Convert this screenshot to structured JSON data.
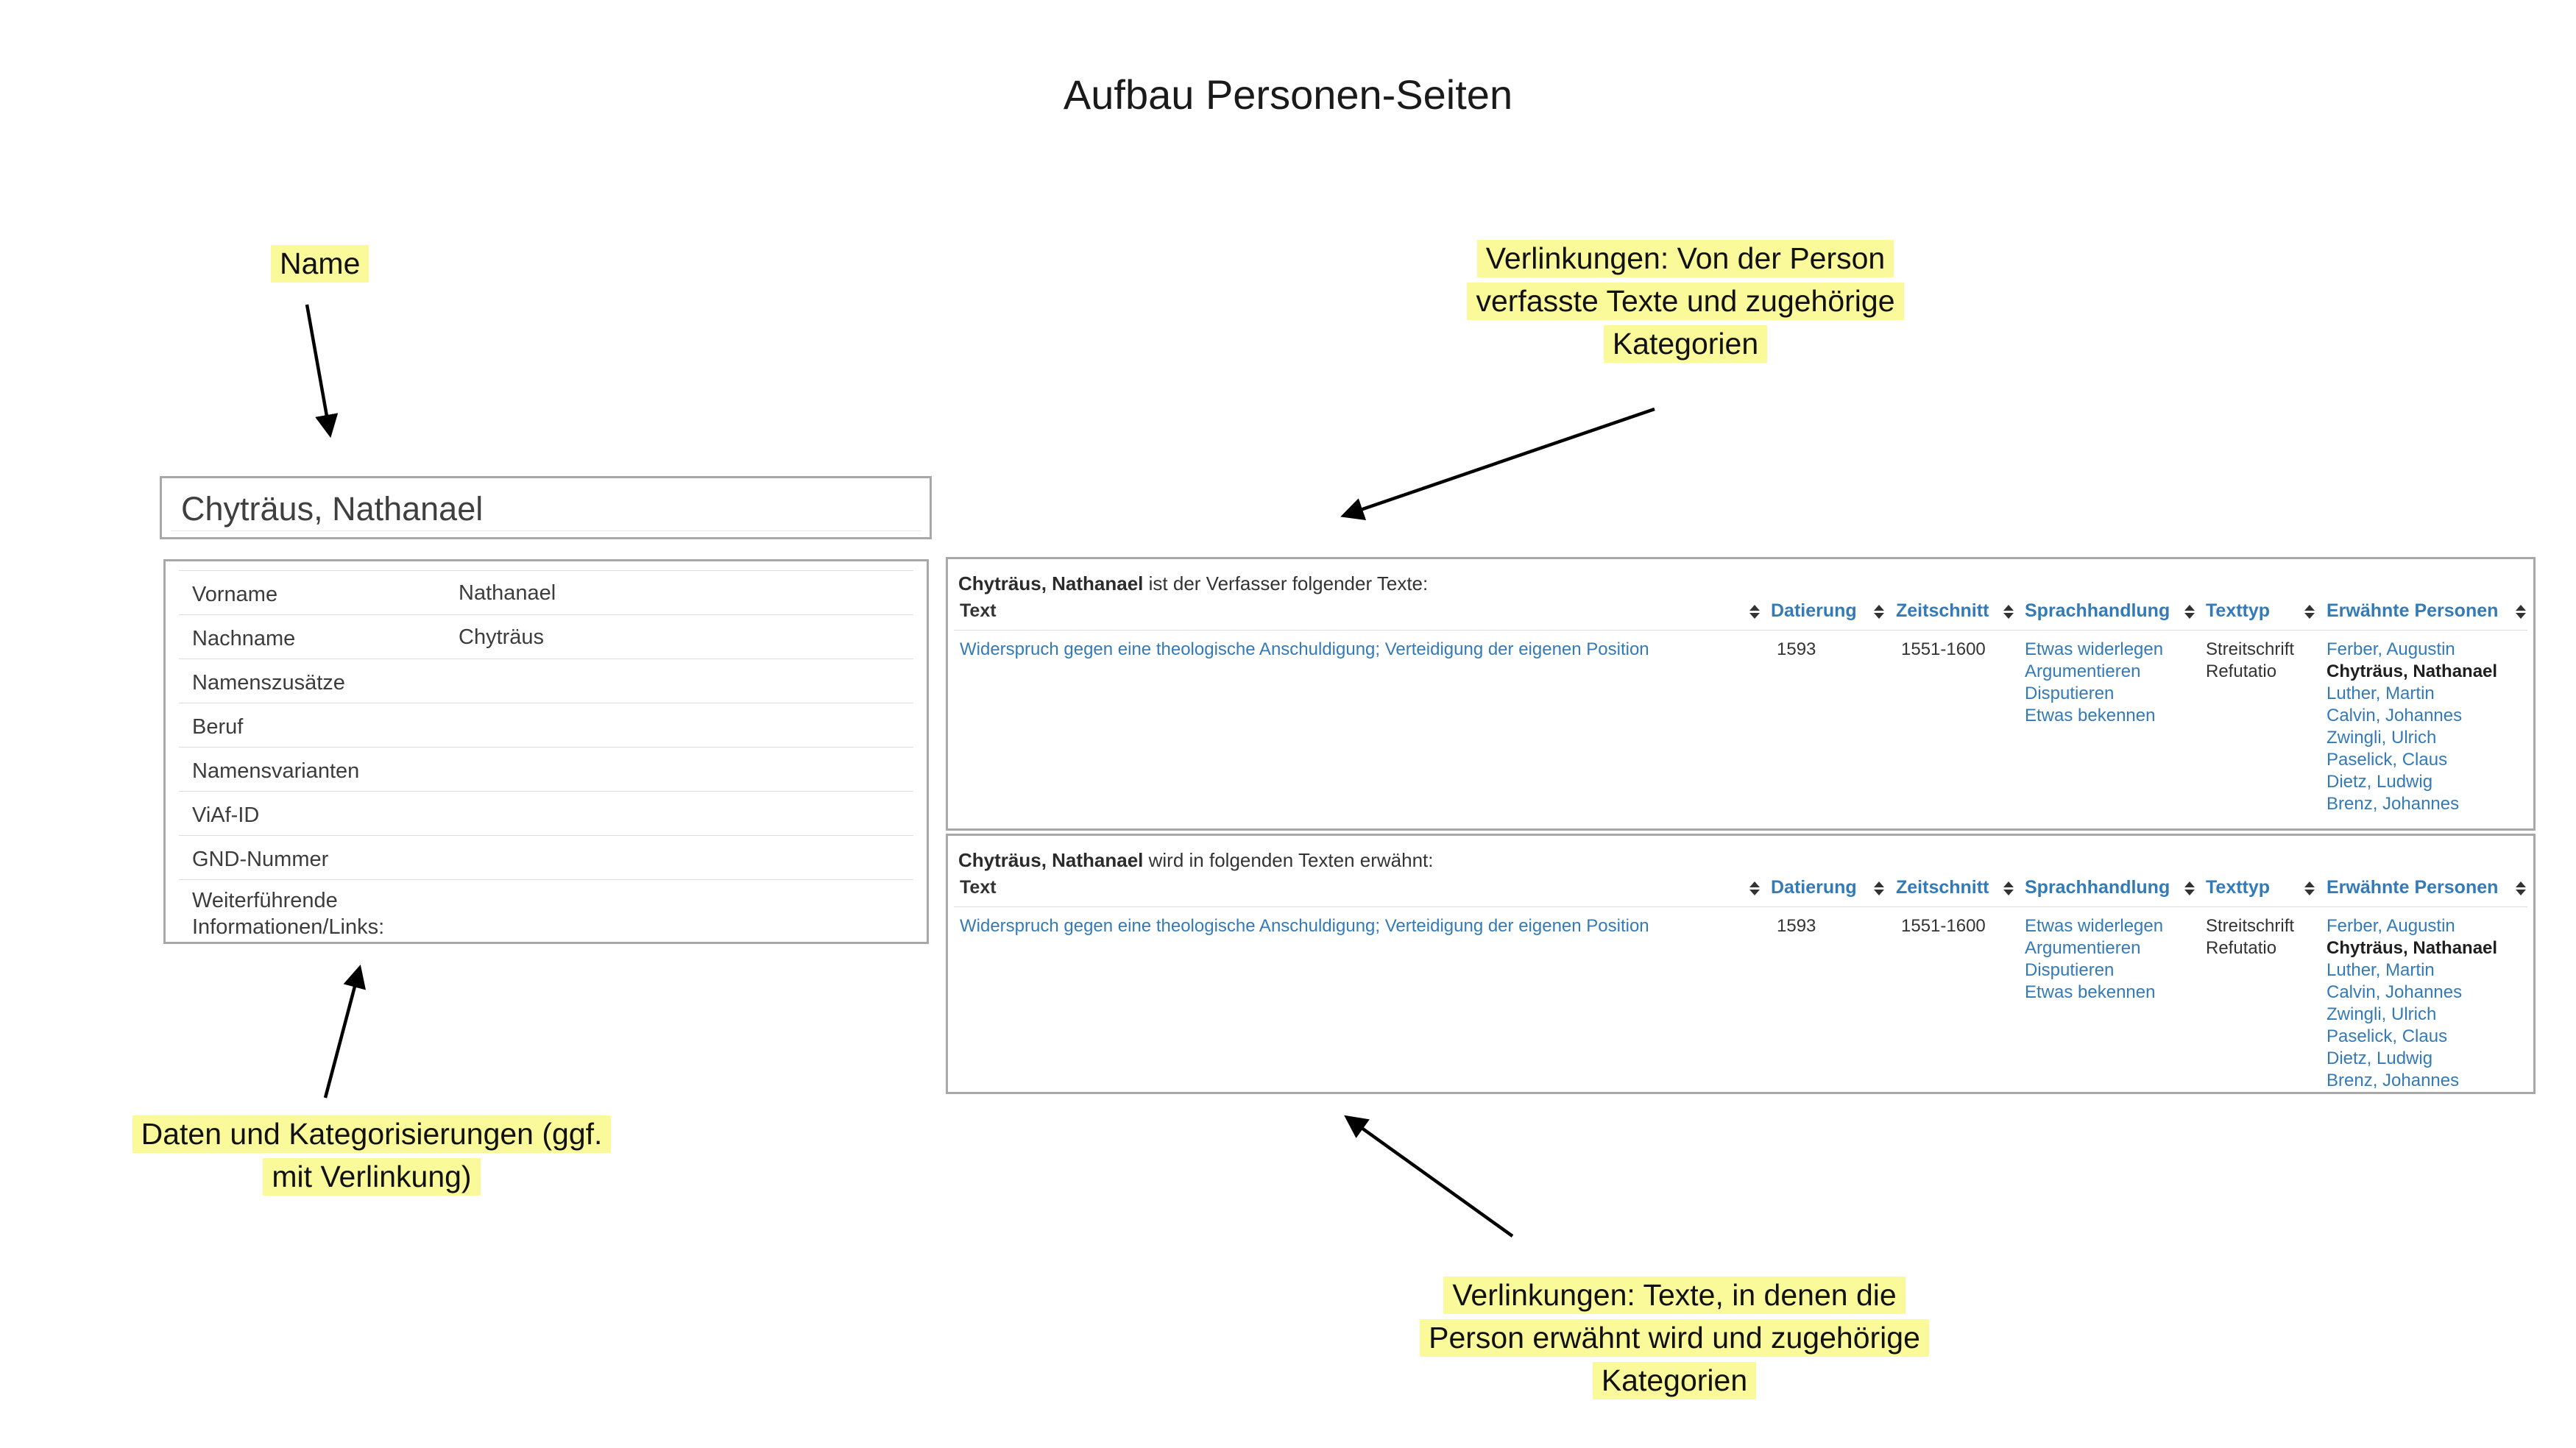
{
  "page_title": "Aufbau Personen-Seiten",
  "annotations": {
    "name_label": "Name",
    "authored_label_lines": [
      "Verlinkungen: Von der Person",
      "verfasste Texte und zugehörige",
      "Kategorien"
    ],
    "data_label_lines": [
      "Daten und Kategorisierungen (ggf.",
      "mit Verlinkung)"
    ],
    "mentioned_label_lines": [
      "Verlinkungen: Texte, in denen die",
      "Person erwähnt wird und zugehörige",
      "Kategorien"
    ]
  },
  "person_card": {
    "title": "Chyträus, Nathanael",
    "rows": [
      {
        "label": "Vorname",
        "value": "Nathanael"
      },
      {
        "label": "Nachname",
        "value": "Chyträus"
      },
      {
        "label": "Namenszusätze",
        "value": ""
      },
      {
        "label": "Beruf",
        "value": ""
      },
      {
        "label": "Namensvarianten",
        "value": ""
      },
      {
        "label": "ViAf-ID",
        "value": ""
      },
      {
        "label": "GND-Nummer",
        "value": ""
      },
      {
        "label": "Weiterführende Informationen/Links:",
        "value": ""
      }
    ]
  },
  "authored_table": {
    "intro_name": "Chyträus, Nathanael",
    "intro_rest": " ist der Verfasser folgender Texte:",
    "columns": [
      "Text",
      "Datierung",
      "Zeitschnitt",
      "Sprachhandlung",
      "Texttyp",
      "Erwähnte Personen"
    ],
    "row": {
      "text": "Widerspruch gegen eine theologische Anschuldigung; Verteidigung der eigenen Position",
      "datierung": "1593",
      "zeitschnitt": "1551-1600",
      "sprachhandlung": [
        "Etwas widerlegen",
        "Argumentieren",
        "Disputieren",
        "Etwas bekennen"
      ],
      "texttyp": [
        "Streitschrift",
        "Refutatio"
      ],
      "erwaehnte_personen": [
        "Ferber, Augustin",
        "Chyträus, Nathanael",
        "Luther, Martin",
        "Calvin, Johannes",
        "Zwingli, Ulrich",
        "Paselick, Claus",
        "Dietz, Ludwig",
        "Brenz, Johannes"
      ],
      "highlighted_person": "Chyträus, Nathanael"
    }
  },
  "mentioned_table": {
    "intro_name": "Chyträus, Nathanael",
    "intro_rest": " wird in folgenden Texten erwähnt:",
    "columns": [
      "Text",
      "Datierung",
      "Zeitschnitt",
      "Sprachhandlung",
      "Texttyp",
      "Erwähnte Personen"
    ],
    "row": {
      "text": "Widerspruch gegen eine theologische Anschuldigung; Verteidigung der eigenen Position",
      "datierung": "1593",
      "zeitschnitt": "1551-1600",
      "sprachhandlung": [
        "Etwas widerlegen",
        "Argumentieren",
        "Disputieren",
        "Etwas bekennen"
      ],
      "texttyp": [
        "Streitschrift",
        "Refutatio"
      ],
      "erwaehnte_personen": [
        "Ferber, Augustin",
        "Chyträus, Nathanael",
        "Luther, Martin",
        "Calvin, Johannes",
        "Zwingli, Ulrich",
        "Paselick, Claus",
        "Dietz, Ludwig",
        "Brenz, Johannes"
      ],
      "highlighted_person": "Chyträus, Nathanael"
    }
  },
  "colors": {
    "highlight_yellow": "#fafa9b",
    "link_blue": "#337ab7",
    "panel_border_gray": "#a8a8a8",
    "separator_gray": "#dcdcdc",
    "text_dark": "#333333"
  }
}
